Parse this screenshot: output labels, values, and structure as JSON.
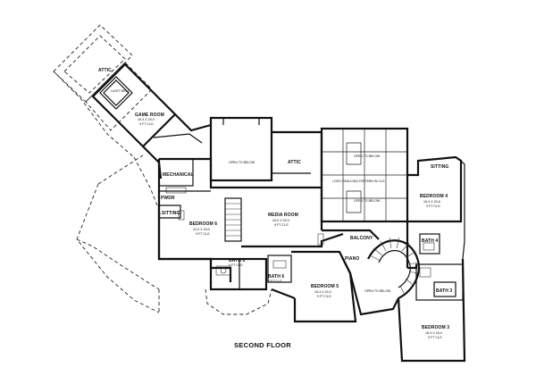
{
  "floor_title": "SECOND FLOOR",
  "rooms": {
    "attic_nw": "ATTIC",
    "light_well": "LIGHT WELL",
    "game_room": {
      "name": "GAME ROOM",
      "dims": "19-4 X 29-0",
      "ceiling": "9 FT CLG"
    },
    "open_to_below_1": "OPEN TO BELOW",
    "attic_center": "ATTIC",
    "open_to_below_2": "OPEN TO BELOW",
    "grid_note": "LOGO REALIGNO PATTERN IN CLG",
    "open_to_below_3": "OPEN TO BELOW",
    "sitting_ne": "SITTING",
    "bedroom_4": {
      "name": "BEDROOM 4",
      "dims": "16-4 X 20-8",
      "ceiling": "9 FT CLG"
    },
    "mechanical": "MECHANICAL",
    "pwdr": "PWDR",
    "sitting_w": "SITTING",
    "bedroom_6": {
      "name": "BEDROOM 6",
      "dims": "22-0 X 18-0",
      "ceiling": "9 FT CLG"
    },
    "media_room": {
      "name": "MEDIA ROOM",
      "dims": "20-0 X 20-0",
      "ceiling": "9 FT CLG"
    },
    "balcony": "BALCONY",
    "piano": "PIANO",
    "bath_4": "BATH 4",
    "bath_5": {
      "name": "BATH 5",
      "ceiling": "9 FT CLG"
    },
    "bath_6": {
      "name": "BATH 6",
      "ceiling": "9 FT CLG"
    },
    "bedroom_5": {
      "name": "BEDROOM 5",
      "dims": "15-4 X 24-0",
      "ceiling": "9 FT CLG"
    },
    "open_to_below_4": "OPEN TO BELOW",
    "bath_3": "BATH 3",
    "bedroom_3": {
      "name": "BEDROOM 3",
      "dims": "16-4 X 18-4",
      "ceiling": "9 FT CLG"
    }
  }
}
